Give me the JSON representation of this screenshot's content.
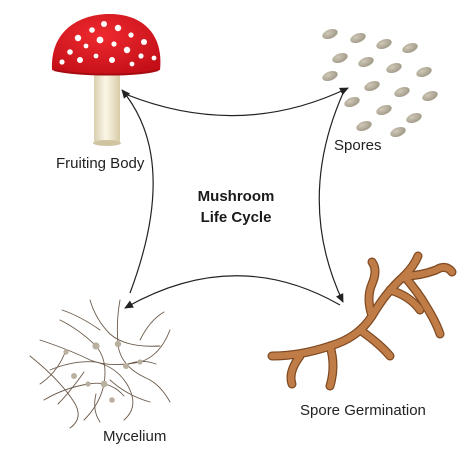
{
  "diagram": {
    "title_line1": "Mushroom",
    "title_line2": "Life Cycle",
    "stages": {
      "fruiting_body": "Fruiting Body",
      "spores": "Spores",
      "spore_germination": "Spore Germination",
      "mycelium": "Mycelium"
    }
  },
  "colors": {
    "cap_red": "#d8151e",
    "cap_spots": "#ffffff",
    "stem": "#f3ead0",
    "spore": "#b5ad9b",
    "hypha_brown": "#b4733f",
    "mycelium_line": "#6b5a4a",
    "arrow": "#222222"
  }
}
